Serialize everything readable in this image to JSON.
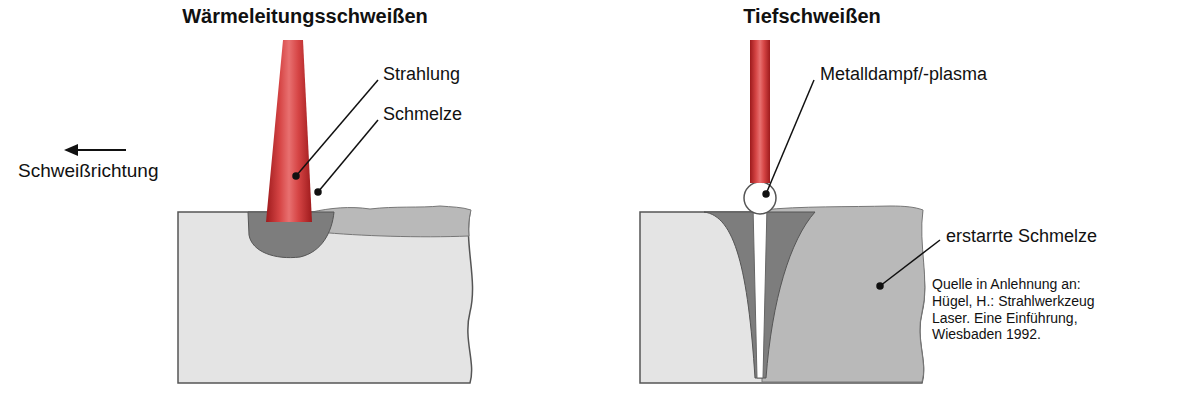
{
  "diagram": {
    "labels": [
      "Wärmeleitungsschweißen",
      "Tiefschweißen",
      "Schweißrichtung",
      "Strahlung",
      "Schmelze",
      "Metalldampf/-plasma",
      "erstarrte Schmelze",
      "Quelle in Anlehnung an: Hügel, H.: Strahlwerkzeug Laser. Eine Einführung, Wiesbaden 1992."
    ]
  }
}
